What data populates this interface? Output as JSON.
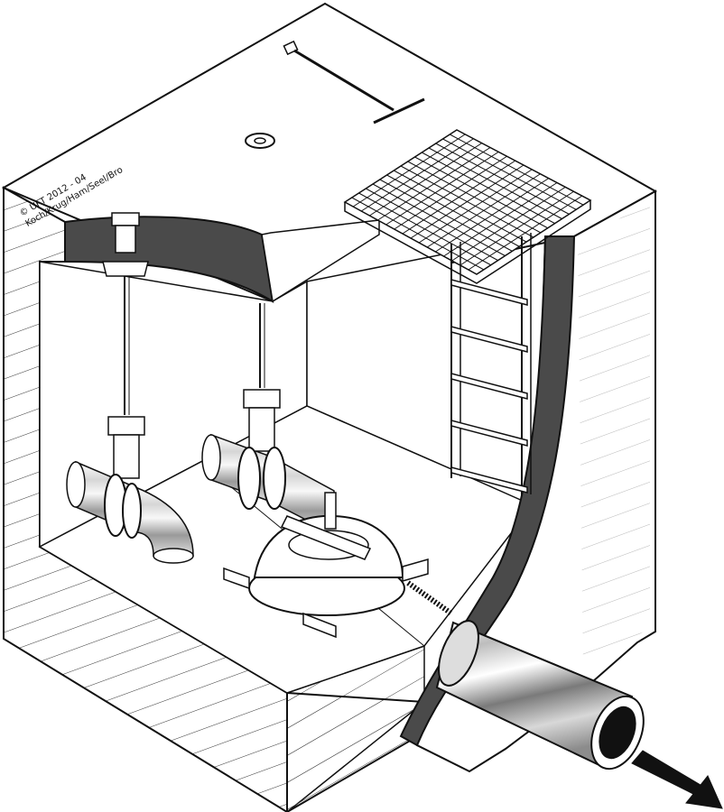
{
  "copyright": {
    "line1": "© UFT 2012 - 04",
    "line2": "Koch/Krug/Ham/Seel/Bro"
  },
  "colors": {
    "ink": "#111111",
    "background": "#ffffff",
    "wall_section": "#4a4a4a",
    "wall_face": "#f4f4f4",
    "hatch": "#333333",
    "pipe_shade": "#888888"
  },
  "components": [
    "concrete-chamber",
    "wall-cross-section",
    "grating-cover",
    "access-ladder",
    "manhole-lid",
    "floor-valve-key",
    "spindle-extension-left",
    "spindle-extension-right",
    "knife-gate-valve-left",
    "knife-gate-valve-right",
    "inlet-pipe-left",
    "inlet-pipe-right",
    "flow-regulator-disc",
    "outlet-pipe",
    "flow-direction-arrow"
  ]
}
